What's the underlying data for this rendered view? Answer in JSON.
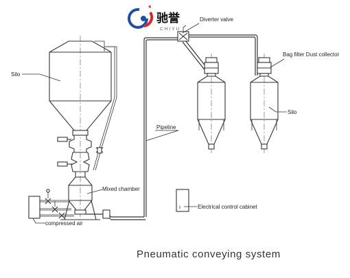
{
  "logo": {
    "chinese_name": "驰誉",
    "latin_name": "CHIYU",
    "colors": {
      "blue": "#1f4fa3",
      "red": "#d6262e"
    }
  },
  "labels": {
    "diverter_valve": "Diverter valve",
    "bag_filter": "Bag filter Dust collector",
    "silo_left": "Silo",
    "silo_right": "Silo",
    "pipeline": "Pipeline",
    "mixed_chamber": "Mixed chamber",
    "electrical_cabinet": "Electrical control cabinet",
    "compressed_air": "compressed air"
  },
  "title": "Pneumatic conveying system"
}
